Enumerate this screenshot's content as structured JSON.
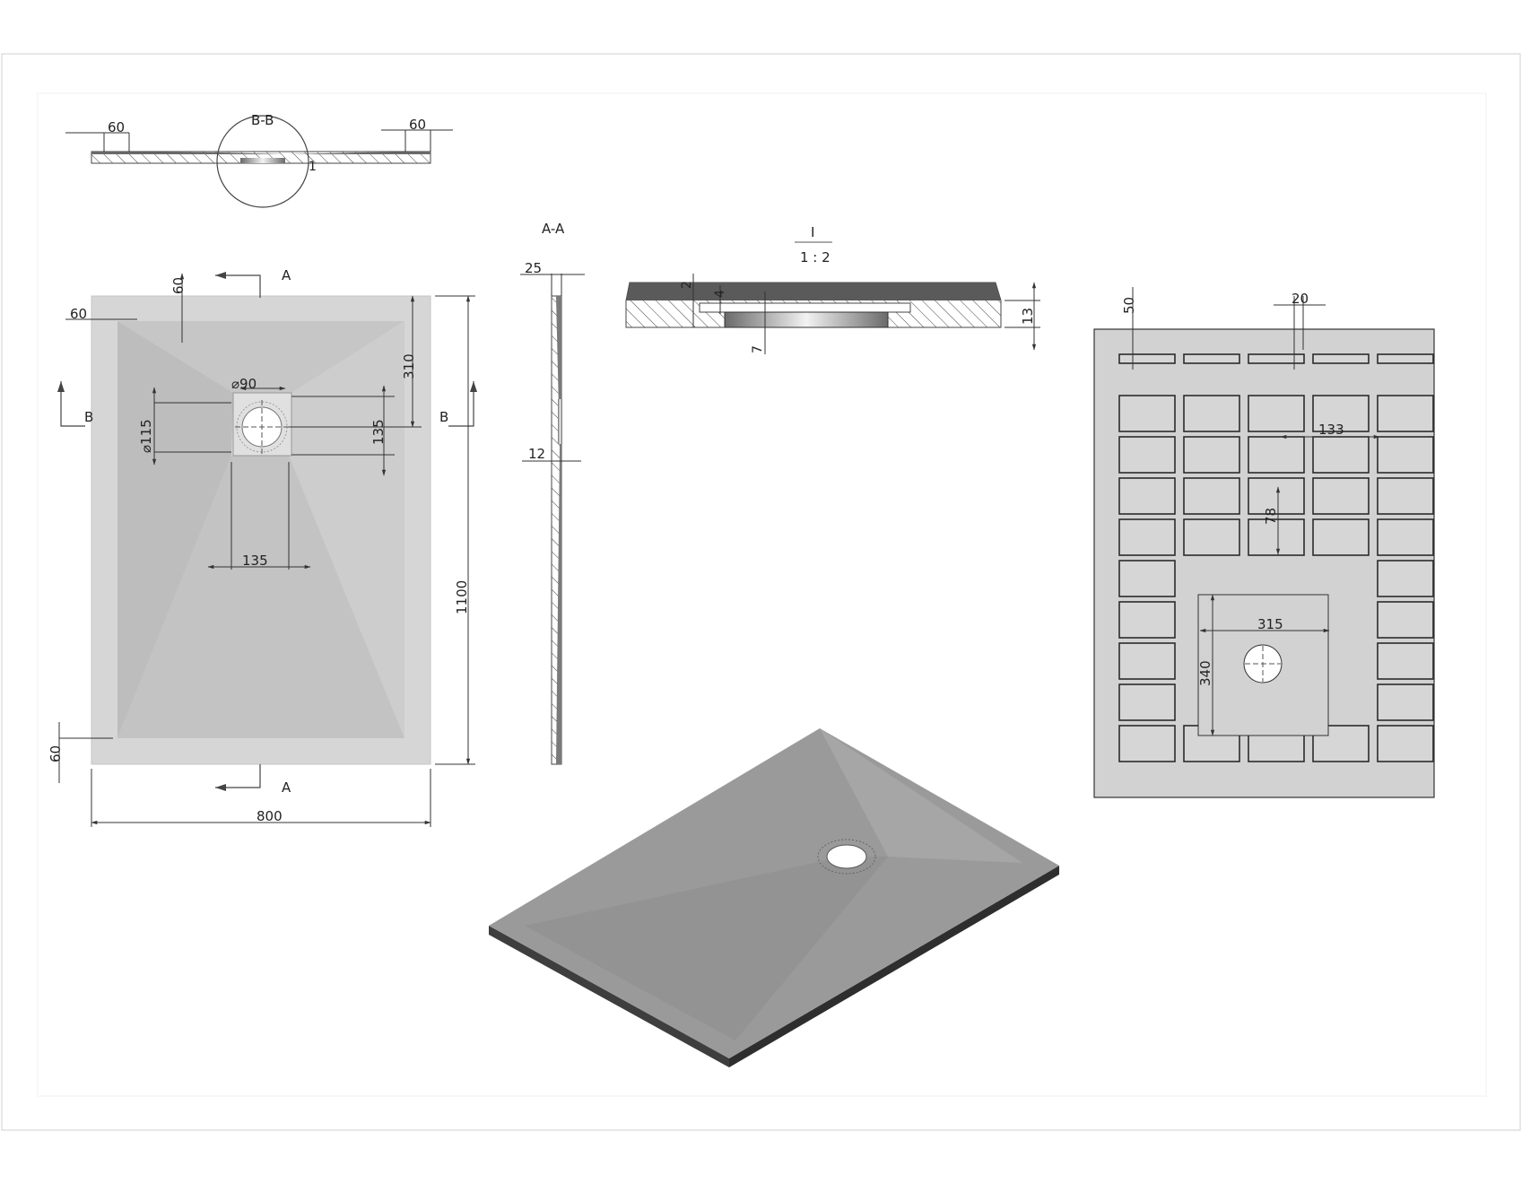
{
  "colors": {
    "tray_top": "#d6d6d6",
    "tray_slope": "#c2c2c2",
    "tray_slope_dark": "#b4b4b4",
    "frame_border": "#cfcfcf",
    "section_dark": "#5a5a5a",
    "iso_top": "#9a9a9a",
    "iso_side": "#3e3e3e",
    "bottom_fill": "#d2d2d2",
    "rib_dark": "#2b2b2b"
  },
  "section_bb": {
    "title": "B-B",
    "left_dim": "60",
    "right_dim": "60",
    "detail_ref": "1"
  },
  "top_view": {
    "section_a_top": "A",
    "section_a_bottom": "A",
    "section_b_left": "B",
    "section_b_right": "B",
    "dims": {
      "top_margin": "60",
      "left_margin": "60",
      "bottom_margin": "60",
      "drain_diameter": "⌀90",
      "drain_outer": "⌀115",
      "drain_offset_top": "310",
      "drain_square_right": "135",
      "drain_square_bottom": "135",
      "length": "1100",
      "width": "800"
    }
  },
  "section_aa": {
    "title": "A-A",
    "thickness_top": "25",
    "thickness_mid": "12"
  },
  "detail_1": {
    "title": "I",
    "scale": "1 : 2",
    "dims": {
      "lip": "2",
      "recess": "4",
      "drain_depth": "7",
      "height": "13"
    }
  },
  "bottom_view": {
    "dims": {
      "edge_offset": "50",
      "rib_width": "20",
      "cell_width": "133",
      "cell_height": "78",
      "drain_zone_width": "315",
      "drain_zone_height": "340"
    }
  }
}
